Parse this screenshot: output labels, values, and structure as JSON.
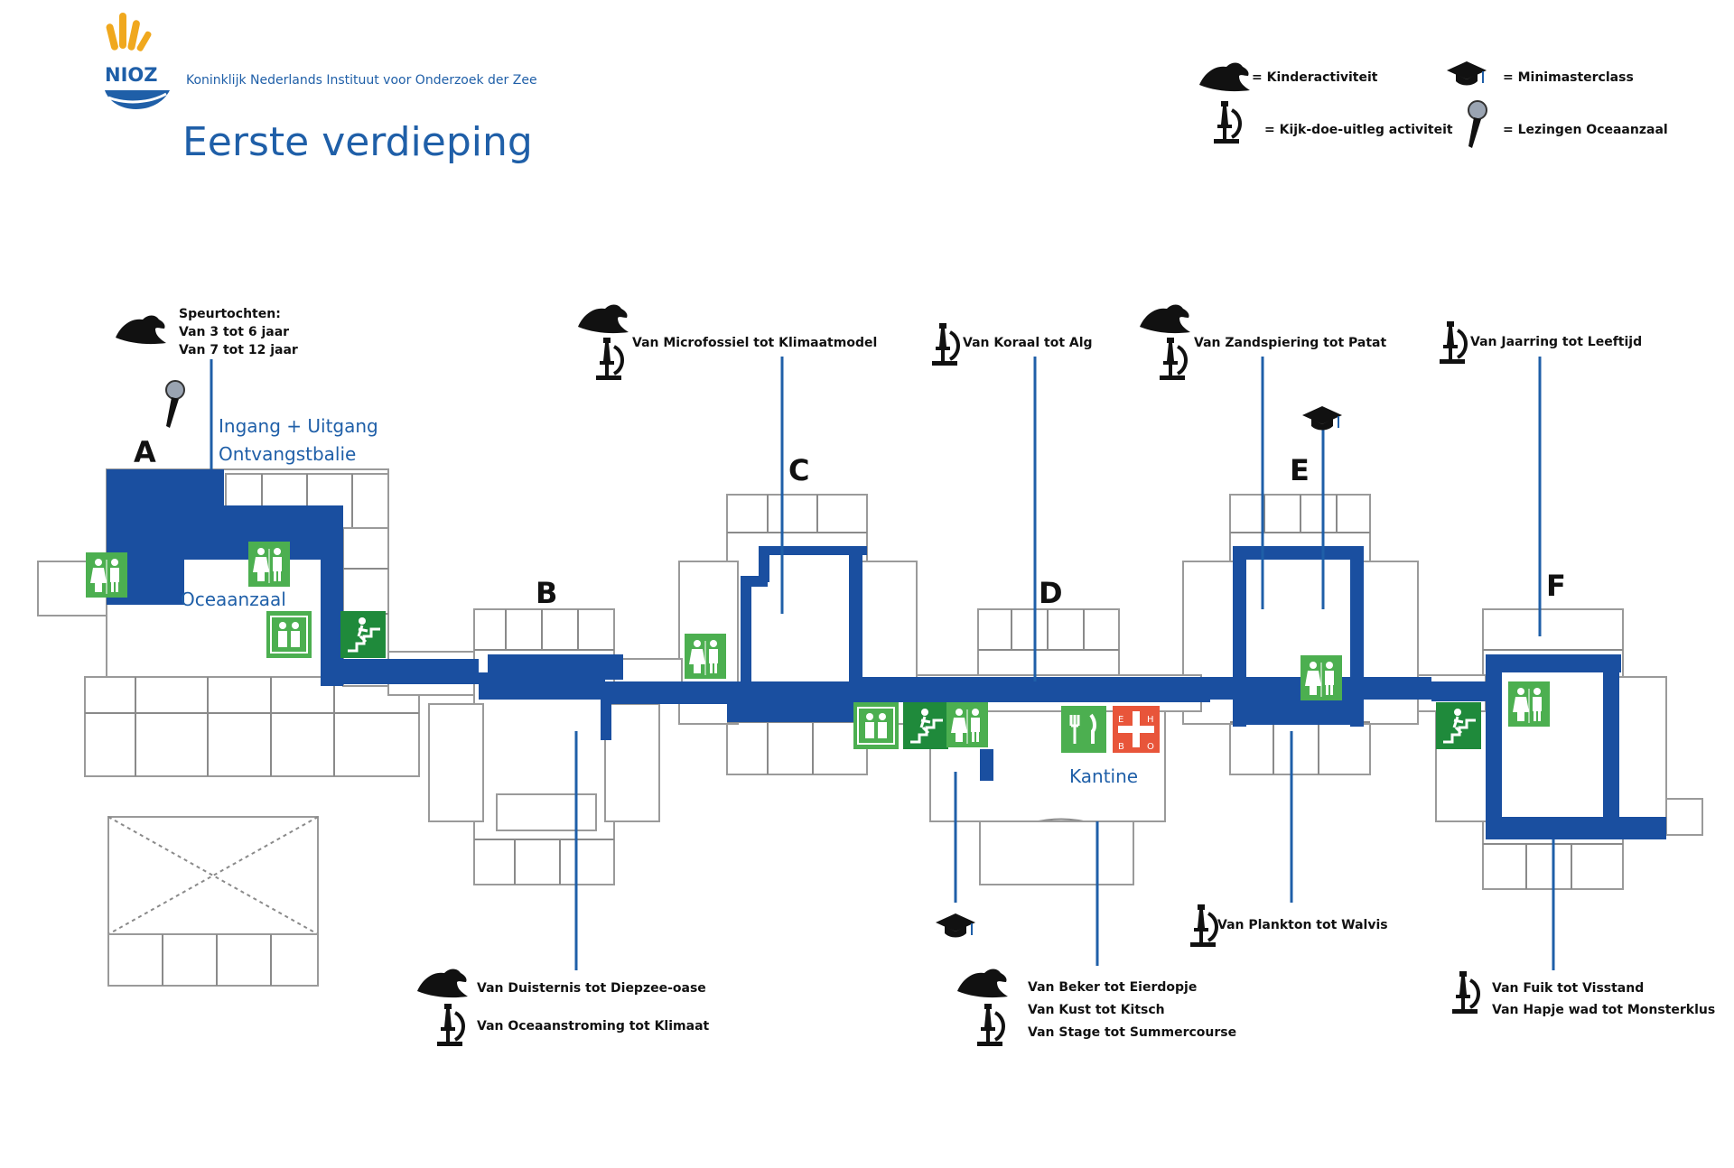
{
  "header": {
    "logo_text": "NIOZ",
    "institute": "Koninklijk Nederlands Instituut voor Onderzoek der Zee",
    "title": "Eerste verdieping"
  },
  "legend": [
    {
      "icon": "seal-icon",
      "label": "= Kinderactiviteit"
    },
    {
      "icon": "graduation-cap-icon",
      "label": "= Minimasterclass"
    },
    {
      "icon": "microscope-icon",
      "label": "= Kijk-doe-uitleg activiteit"
    },
    {
      "icon": "microphone-icon",
      "label": "= Lezingen Oceaanzaal"
    }
  ],
  "wings": [
    "A",
    "B",
    "C",
    "D",
    "E",
    "F"
  ],
  "places": {
    "entrance": "Ingang + Uitgang",
    "reception": "Ontvangstbalie",
    "oceaanzaal": "Oceaanzaal",
    "kantine": "Kantine"
  },
  "activities": {
    "speur_title": "Speurtochten:",
    "speur_1": "Van 3 tot 6 jaar",
    "speur_2": "Van 7 tot 12 jaar",
    "c_top": "Van Microfossiel tot Klimaatmodel",
    "d_top": "Van Koraal tot Alg",
    "e_top": "Van Zandspiering tot Patat",
    "f_top": "Van Jaarring tot Leeftijd",
    "b_bottom_1": "Van Duisternis tot Diepzee-oase",
    "b_bottom_2": "Van Oceaanstroming tot Klimaat",
    "d_bottom_1": "Van Beker tot Eierdopje",
    "d_bottom_2": "Van Kust tot Kitsch",
    "d_bottom_3": "Van Stage tot Summercourse",
    "e_bottom": "Van Plankton tot Walvis",
    "f_bottom_1": "Van Fuik tot Visstand",
    "f_bottom_2": "Van Hapje wad tot Monsterklus"
  },
  "colors": {
    "route": "#1a4fa0",
    "sign_green": "#4caf50",
    "sign_dark_green": "#1f8a3b",
    "first_aid": "#e8553a",
    "text_blue": "#1f5fa8",
    "logo_orange": "#f0a81e"
  }
}
